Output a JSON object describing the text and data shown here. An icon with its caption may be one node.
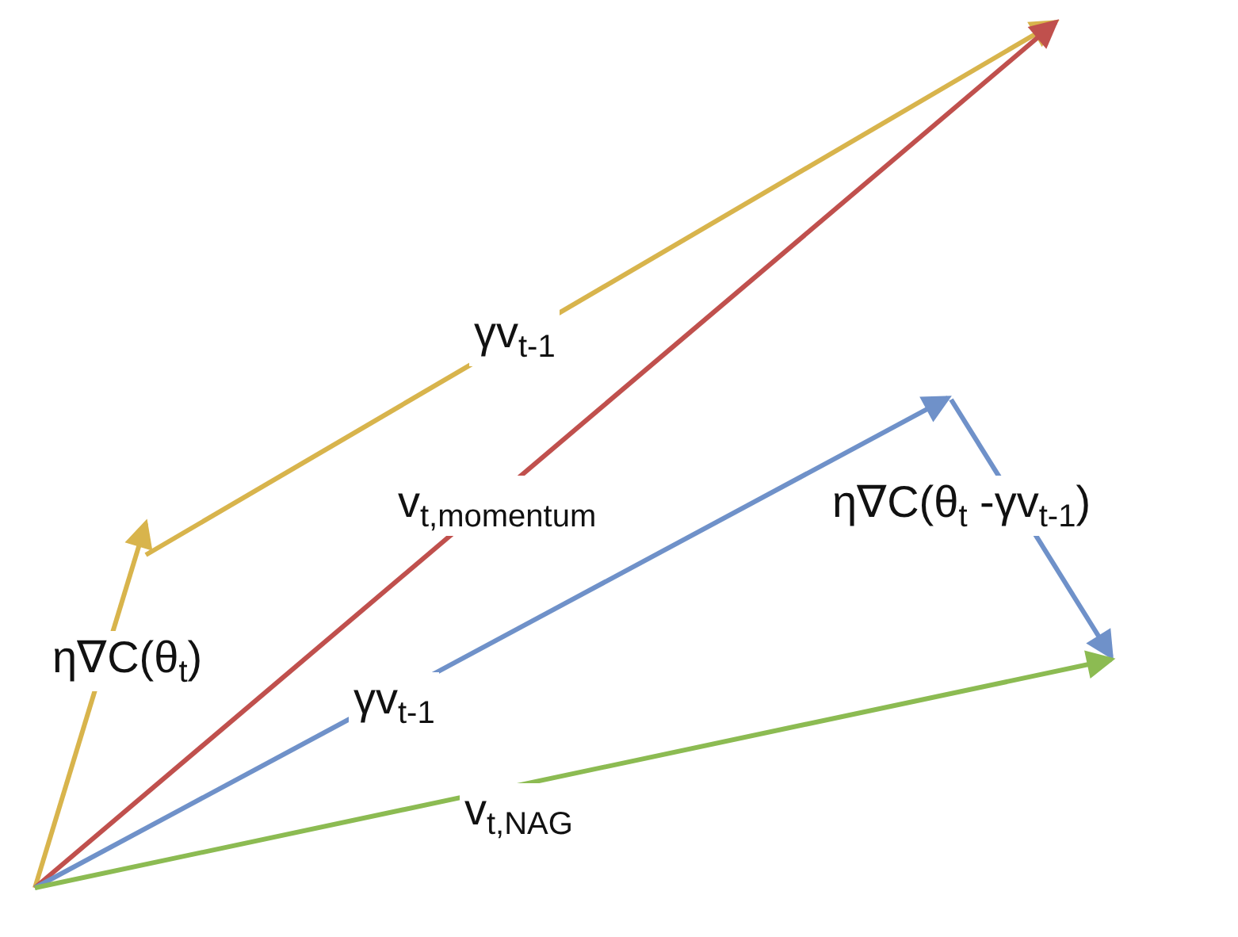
{
  "diagram": {
    "labels": [
      "γv$_{t-1}$",
      "v$_{t,momentum}$",
      "η∇C(θ$_{t}$ -γv$_{t-1}$)",
      "η∇C(θ$_{t}$)",
      "γv$_{t-1}$",
      "v$_{t,NAG}$"
    ]
  }
}
